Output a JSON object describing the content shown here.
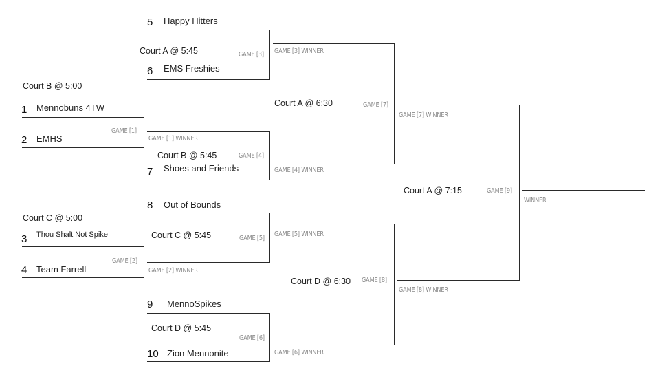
{
  "seeds": {
    "s1": {
      "seed": "1",
      "team": "Mennobuns 4TW"
    },
    "s2": {
      "seed": "2",
      "team": "EMHS"
    },
    "s3": {
      "seed": "3",
      "team": "Thou Shalt Not Spike"
    },
    "s4": {
      "seed": "4",
      "team": "Team Farrell"
    },
    "s5": {
      "seed": "5",
      "team": "Happy Hitters"
    },
    "s6": {
      "seed": "6",
      "team": "EMS Freshies"
    },
    "s7": {
      "seed": "7",
      "team": "Shoes and Friends"
    },
    "s8": {
      "seed": "8",
      "team": "Out of Bounds"
    },
    "s9": {
      "seed": "9",
      "team": "MennoSpikes"
    },
    "s10": {
      "seed": "10",
      "team": "Zion Mennonite"
    }
  },
  "games": {
    "g1": {
      "label": "GAME [1]",
      "court": "Court B @ 5:00",
      "winner": "GAME [1] WINNER"
    },
    "g2": {
      "label": "GAME [2]",
      "court": "Court C @ 5:00",
      "winner": "GAME [2] WINNER"
    },
    "g3": {
      "label": "GAME [3]",
      "court": "Court A @ 5:45",
      "winner": "GAME [3] WINNER"
    },
    "g4": {
      "label": "GAME [4]",
      "court": "Court B @ 5:45",
      "winner": "GAME [4] WINNER"
    },
    "g5": {
      "label": "GAME [5]",
      "court": "Court C @ 5:45",
      "winner": "GAME [5] WINNER"
    },
    "g6": {
      "label": "GAME [6]",
      "court": "Court D @ 5:45",
      "winner": "GAME [6] WINNER"
    },
    "g7": {
      "label": "GAME [7]",
      "court": "Court A @ 6:30",
      "winner": "GAME [7] WINNER"
    },
    "g8": {
      "label": "GAME [8]",
      "court": "Court D @ 6:30",
      "winner": "GAME [8] WINNER"
    },
    "g9": {
      "label": "GAME [9]",
      "court": "Court A @ 7:15",
      "winner": "WINNER"
    }
  }
}
